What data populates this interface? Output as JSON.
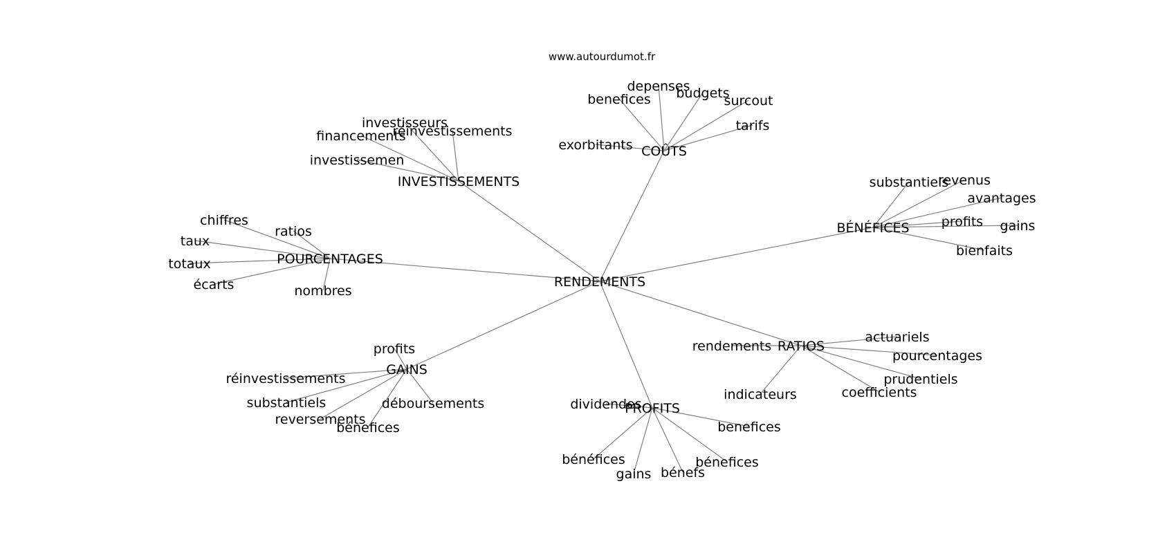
{
  "header": {
    "watermark": "www.autourdumot.fr"
  },
  "graph": {
    "center": "RENDEMENTS",
    "hubs": [
      {
        "label": "COÛTS",
        "leaves": [
          "benefices",
          "depenses",
          "budgets",
          "surcout",
          "tarifs",
          "exorbitants"
        ]
      },
      {
        "label": "INVESTISSEMENTS",
        "leaves": [
          "investisseurs",
          "réinvestissements",
          "financements",
          "investissemen"
        ]
      },
      {
        "label": "POURCENTAGES",
        "leaves": [
          "chiffres",
          "ratios",
          "taux",
          "totaux",
          "écarts",
          "nombres"
        ]
      },
      {
        "label": "BÉNÉFICES",
        "leaves": [
          "substantiels",
          "revenus",
          "avantages",
          "profits",
          "gains",
          "bienfaits"
        ]
      },
      {
        "label": "GAINS",
        "leaves": [
          "profits",
          "réinvestissements",
          "substantiels",
          "reversements",
          "bénefices",
          "déboursements"
        ]
      },
      {
        "label": "RATIOS",
        "leaves": [
          "rendements",
          "actuariels",
          "pourcentages",
          "prudentiels",
          "coefficients",
          "indicateurs"
        ]
      },
      {
        "label": "PROFITS",
        "leaves": [
          "dividendes",
          "benefices",
          "bénéfices",
          "gains",
          "bénefs",
          "bénefices"
        ]
      }
    ]
  }
}
